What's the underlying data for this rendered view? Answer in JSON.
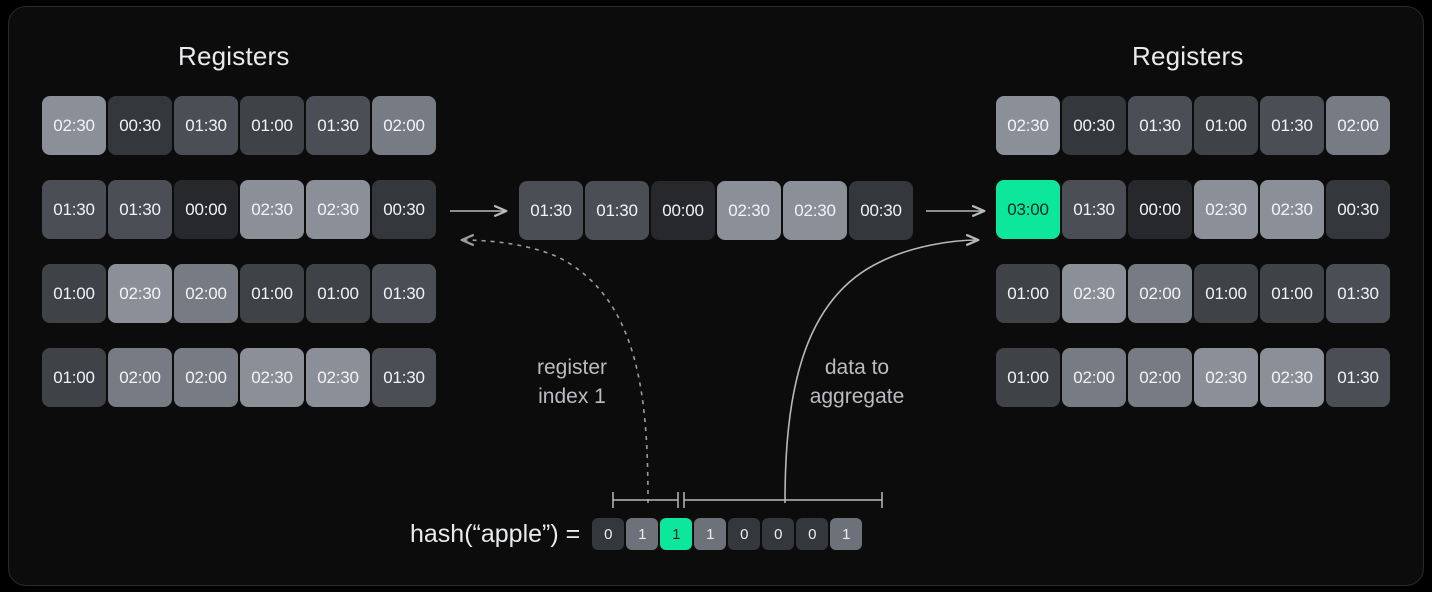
{
  "theme": {
    "background": "#000000",
    "card_background": "#0c0c0d",
    "card_border": "#2b2b2d",
    "accent_green": "#0ce79c",
    "accent_text_on_green": "#0a2a1e",
    "text_primary": "#e9eaec",
    "text_secondary": "#b9bcc1",
    "value_scale": {
      "00:00": "#26282b",
      "00:30": "#34373b",
      "01:00": "#3f4348",
      "01:30": "#4b4f55",
      "02:00": "#767b84",
      "02:30": "#8b8f98",
      "03:00": "#0ce79c"
    }
  },
  "left_panel": {
    "title": "Registers",
    "rows": [
      [
        "02:30",
        "00:30",
        "01:30",
        "01:00",
        "01:30",
        "02:00"
      ],
      [
        "01:30",
        "01:30",
        "00:00",
        "02:30",
        "02:30",
        "00:30"
      ],
      [
        "01:00",
        "02:30",
        "02:00",
        "01:00",
        "01:00",
        "01:30"
      ],
      [
        "01:00",
        "02:00",
        "02:00",
        "02:30",
        "02:30",
        "01:30"
      ]
    ],
    "highlight": null
  },
  "middle_row": {
    "values": [
      "01:30",
      "01:30",
      "00:00",
      "02:30",
      "02:30",
      "00:30"
    ]
  },
  "right_panel": {
    "title": "Registers",
    "rows": [
      [
        "02:30",
        "00:30",
        "01:30",
        "01:00",
        "01:30",
        "02:00"
      ],
      [
        "03:00",
        "01:30",
        "00:00",
        "02:30",
        "02:30",
        "00:30"
      ],
      [
        "01:00",
        "02:30",
        "02:00",
        "01:00",
        "01:00",
        "01:30"
      ],
      [
        "01:00",
        "02:00",
        "02:00",
        "02:30",
        "02:30",
        "01:30"
      ]
    ],
    "highlight": {
      "row": 1,
      "col": 0,
      "value": "03:00"
    }
  },
  "annotations": {
    "register_index": "register\nindex 1",
    "data_to_aggregate": "data to\naggregate"
  },
  "hash": {
    "label": "hash(“apple”)  =",
    "bits": [
      {
        "value": "0",
        "tone": "dark",
        "highlighted": false
      },
      {
        "value": "1",
        "tone": "light",
        "highlighted": false
      },
      {
        "value": "1",
        "tone": "green",
        "highlighted": true
      },
      {
        "value": "1",
        "tone": "light",
        "highlighted": false
      },
      {
        "value": "0",
        "tone": "dark",
        "highlighted": false
      },
      {
        "value": "0",
        "tone": "dark",
        "highlighted": false
      },
      {
        "value": "0",
        "tone": "dark",
        "highlighted": false
      },
      {
        "value": "1",
        "tone": "light",
        "highlighted": false
      }
    ],
    "brackets": [
      {
        "name": "register-index-bracket",
        "bits": [
          0,
          1
        ]
      },
      {
        "name": "data-to-aggregate-bracket",
        "bits": [
          2,
          3,
          4,
          5,
          6,
          7
        ]
      }
    ]
  },
  "arrows": [
    {
      "name": "left-to-middle-arrow",
      "style": "solid"
    },
    {
      "name": "middle-to-right-arrow",
      "style": "solid"
    },
    {
      "name": "register-index-arrow",
      "style": "dashed"
    },
    {
      "name": "data-to-aggregate-arrow",
      "style": "solid"
    }
  ]
}
